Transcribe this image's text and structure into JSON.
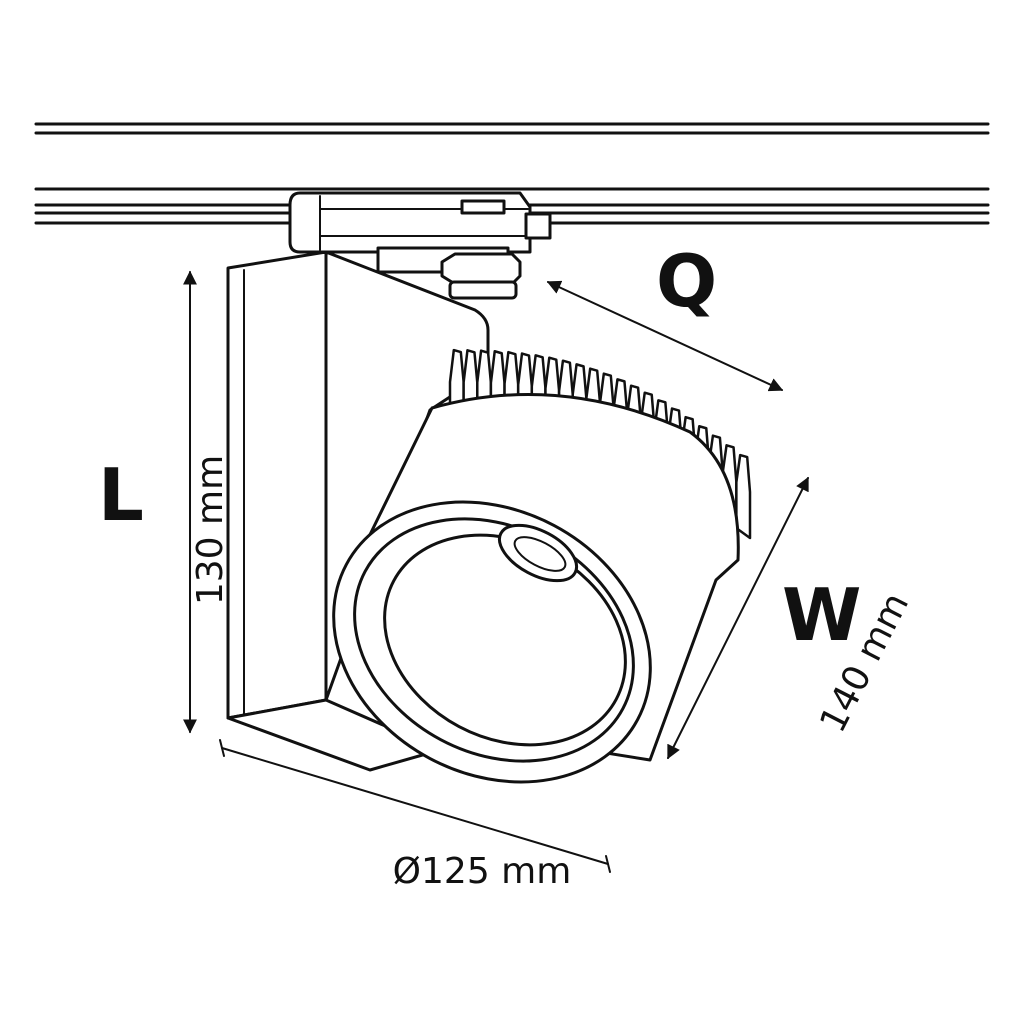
{
  "labels": {
    "letter_length": "L",
    "letter_depth": "Q",
    "letter_width": "W"
  },
  "dimensions": {
    "length": "130 mm",
    "width": "140 mm",
    "diameter": "Ø125 mm"
  },
  "colors": {
    "line": "#111111",
    "background": "#ffffff"
  }
}
